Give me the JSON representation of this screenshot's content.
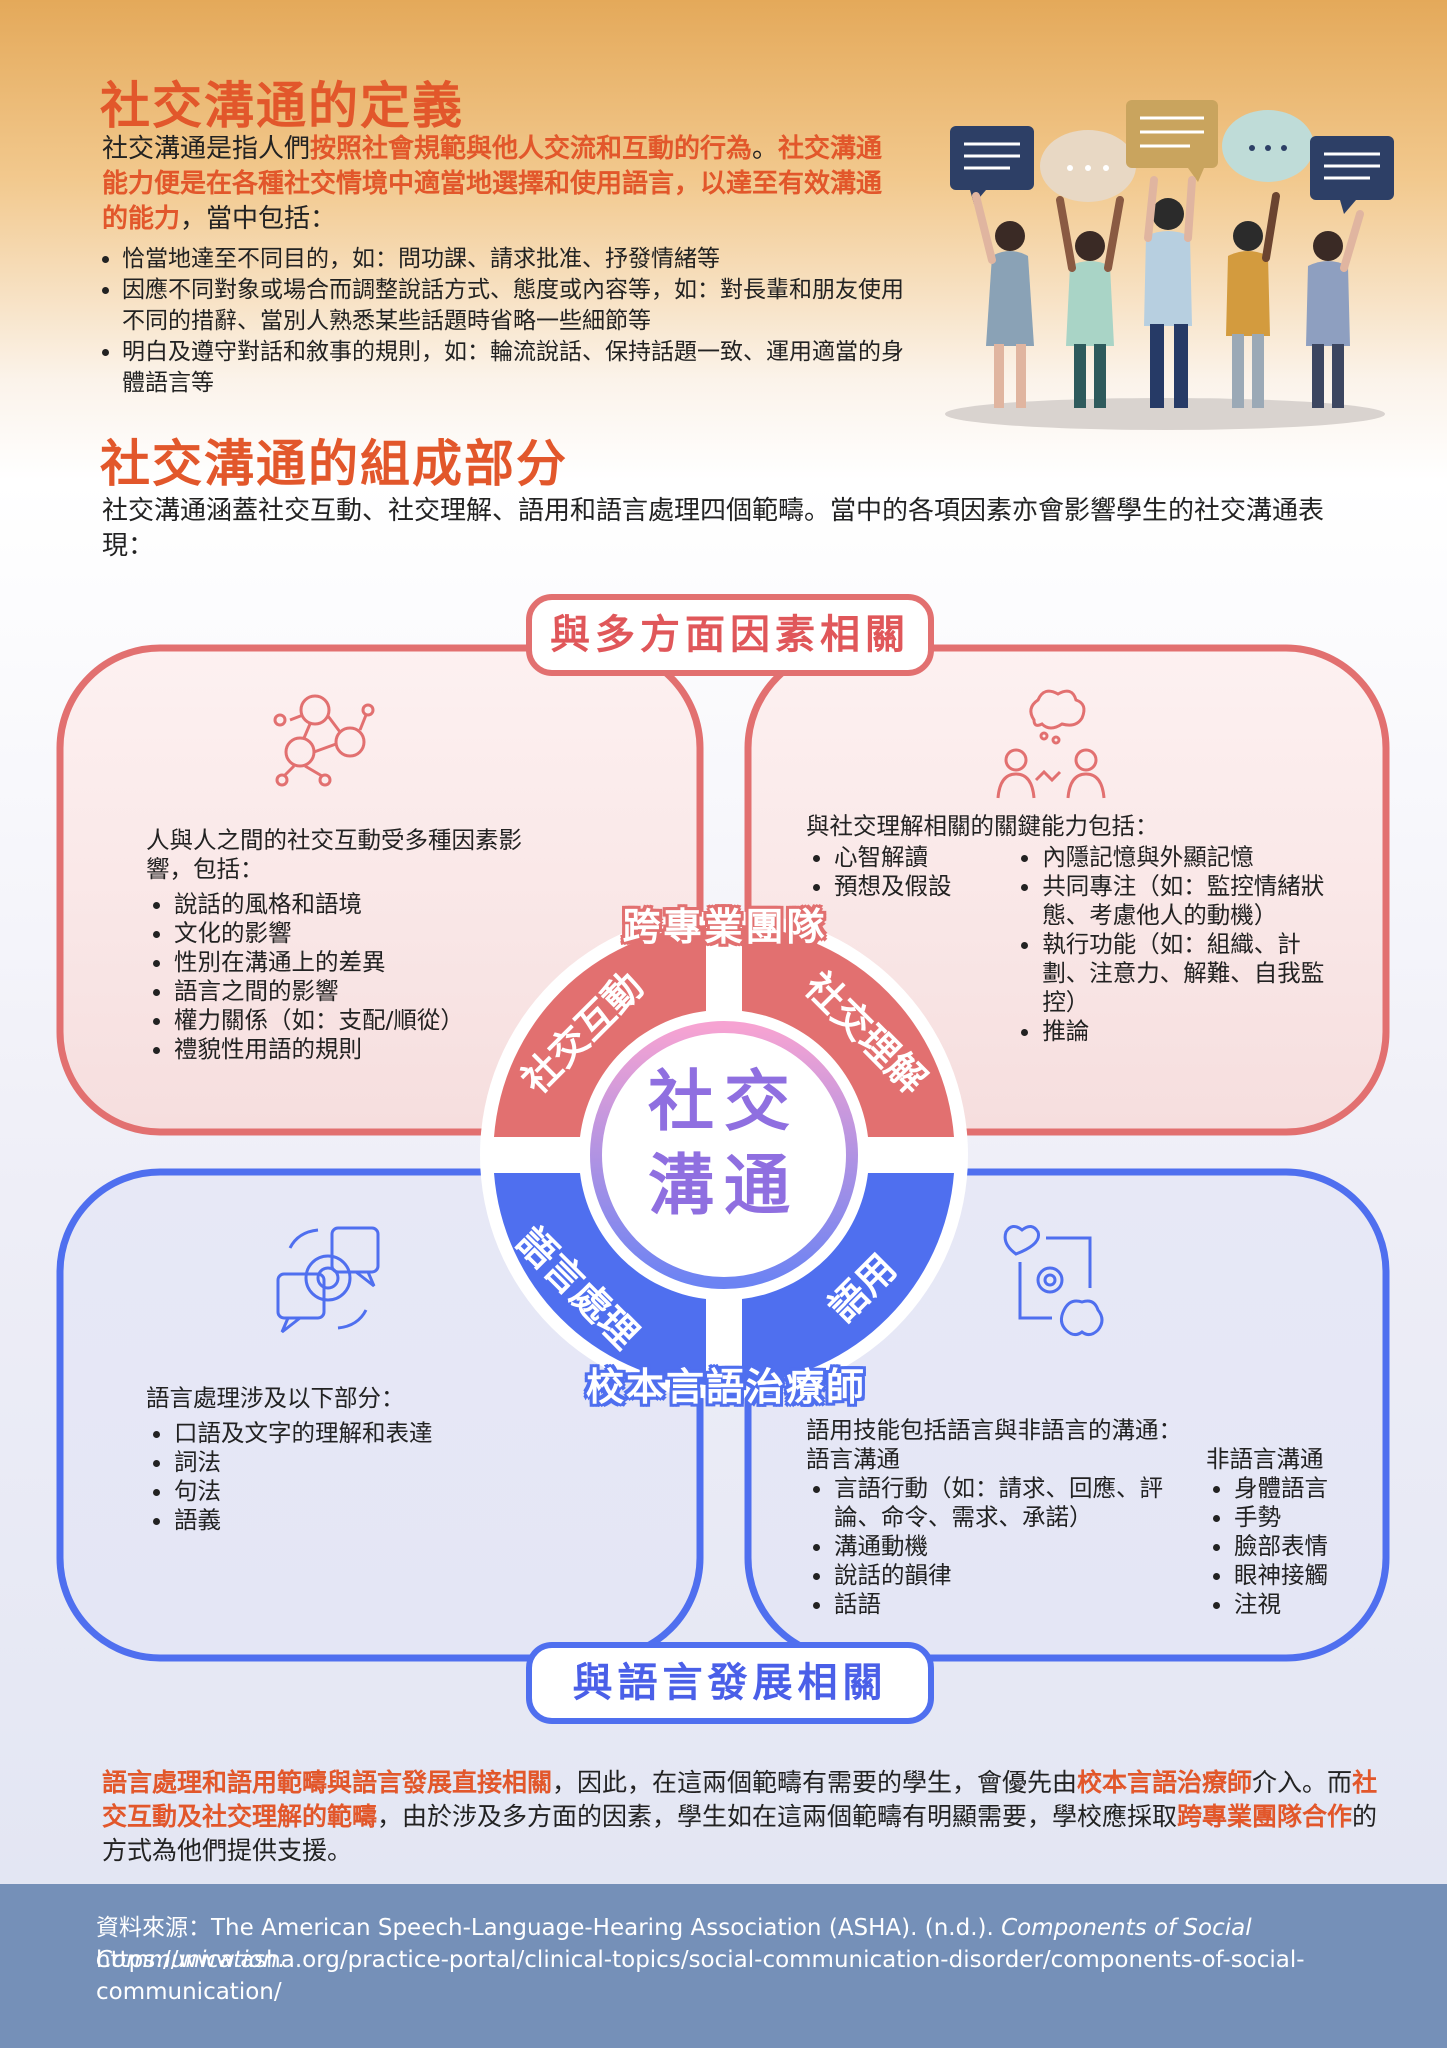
{
  "definition": {
    "title": "社交溝通的定義",
    "intro_plain_1": "社交溝通是指人們",
    "intro_hl_1": "按照社會規範與他人交流和互動的行為",
    "intro_plain_2": "。",
    "intro_hl_2": "社交溝通能力便是在各種社交情境中適當地選擇和使用語言，以達至有效溝通的能力",
    "intro_plain_3": "，當中包括：",
    "bullets": [
      "恰當地達至不同目的，如：問功課、請求批准、抒發情緒等",
      "因應不同對象或場合而調整說話方式、態度或內容等，如：對長輩和朋友使用不同的措辭、當別人熟悉某些話題時省略一些細節等",
      "明白及遵守對話和敘事的規則，如：輪流說話、保持話題一致、運用適當的身體語言等"
    ]
  },
  "components": {
    "title": "社交溝通的組成部分",
    "intro": "社交溝通涵蓋社交互動、社交理解、語用和語言處理四個範疇。當中的各項因素亦會影響學生的社交溝通表現："
  },
  "diagram": {
    "top_ribbon": "與多方面因素相關",
    "bottom_ribbon": "與語言發展相關",
    "center": [
      "社交",
      "溝通"
    ],
    "segments": [
      "社交互動",
      "社交理解",
      "語言處理",
      "語用"
    ],
    "arc_top": "跨專業團隊",
    "arc_bottom": "校本言語治療師",
    "q1": {
      "lead": "人與人之間的社交互動受多種因素影響，包括：",
      "items": [
        "說話的風格和語境",
        "文化的影響",
        "性別在溝通上的差異",
        "語言之間的影響",
        "權力關係（如：支配/順從）",
        "禮貌性用語的規則"
      ]
    },
    "q2": {
      "lead": "與社交理解相關的關鍵能力包括：",
      "items_left": [
        "心智解讀",
        "預想及假設"
      ],
      "items_right": [
        "內隱記憶與外顯記憶",
        "共同專注（如：監控情緒狀態、考慮他人的動機）",
        "執行功能（如：組織、計劃、注意力、解難、自我監控）",
        "推論"
      ]
    },
    "q3": {
      "lead": "語言處理涉及以下部分：",
      "items": [
        "口語及文字的理解和表達",
        "詞法",
        "句法",
        "語義"
      ]
    },
    "q4": {
      "lead": "語用技能包括語言與非語言的溝通：",
      "verbal_head": "語言溝通",
      "verbal_items": [
        "言語行動（如：請求、回應、評論、命令、需求、承諾）",
        "溝通動機",
        "說話的韻律",
        "話語"
      ],
      "nonverbal_head": "非語言溝通",
      "nonverbal_items": [
        "身體語言",
        "手勢",
        "臉部表情",
        "眼神接觸",
        "注視"
      ]
    },
    "icons": [
      "network-people-icon",
      "thinking-people-icon",
      "brain-chat-icon",
      "heart-gear-brain-icon"
    ],
    "colors": {
      "red": "#e27070",
      "blue": "#4f6fef",
      "accent": "#e2572b"
    }
  },
  "summary": {
    "p1": "語言處理和語用範疇與語言發展直接相關",
    "p2": "，因此，在這兩個範疇有需要的學生，會優先由",
    "p3": "校本言語治療師",
    "p4": "介入。而",
    "p5": "社交互動及社交理解的範疇",
    "p6": "，由於涉及多方面的因素，學生如在這兩個範疇有明顯需要，學校應採取",
    "p7": "跨專業團隊合作",
    "p8": "的方式為他們提供支援。"
  },
  "source": {
    "prefix": "資料來源：The American Speech-Language-Hearing Association (ASHA). (n.d.). ",
    "title": "Components of Social Communication",
    "suffix": ".",
    "url_1": "https://www.asha.org/practice-portal/clinical-topics/social-communication-disorder/components-of-social-",
    "url_2": "communication/"
  }
}
